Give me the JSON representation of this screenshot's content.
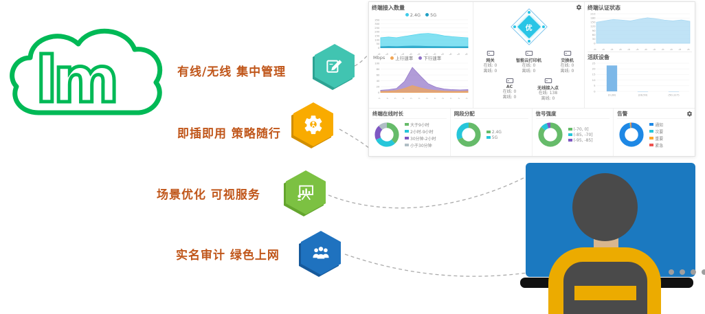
{
  "logo": {
    "text": "lm",
    "color": "#00b956"
  },
  "label_color": "#c0561a",
  "features": [
    {
      "label": "有线/无线 集中管理",
      "color": "#41c4b1",
      "edge": "#2da393"
    },
    {
      "label": "即插即用 策略随行",
      "color": "#f9ab00",
      "edge": "#d18e00"
    },
    {
      "label": "场景优化 可视服务",
      "color": "#7cc142",
      "edge": "#64a52e"
    },
    {
      "label": "实名审计 绿色上网",
      "color": "#1f72bf",
      "edge": "#16599b"
    }
  ],
  "dashboard": {
    "access": {
      "title": "终端接入数量",
      "legend": [
        {
          "label": "2.4G",
          "color": "#3fccea"
        },
        {
          "label": "5G",
          "color": "#1f9fc4"
        }
      ],
      "chart": {
        "ylim": [
          0,
          350
        ],
        "yticks": [
          0,
          50,
          100,
          150,
          200,
          250,
          300,
          350
        ],
        "xlabels": [
          "14:00",
          "15:00",
          "16:00",
          "17:00",
          "18:00",
          "19:00",
          "20:00",
          "21:00",
          "22:00",
          "23:00",
          "00:00",
          "01:00"
        ],
        "series": [
          {
            "name": "2.4G",
            "color": "#4fd4ec",
            "values": [
              128,
              136,
              127,
              144,
              160,
              176,
              182,
              171,
              151,
              141,
              133,
              127
            ]
          },
          {
            "name": "5G",
            "color": "#1f9fc4",
            "values": [
              16,
              19,
              17,
              21,
              23,
              22,
              20,
              18,
              17,
              16,
              15,
              15
            ]
          }
        ]
      },
      "speed_unit": "Mbps",
      "speed_legend": [
        {
          "label": "上行速率",
          "color": "#f2a654"
        },
        {
          "label": "下行速率",
          "color": "#9072c8"
        }
      ],
      "speed_chart": {
        "ylim": [
          0,
          100
        ],
        "yticks": [
          0,
          20,
          40,
          60,
          80,
          100
        ],
        "xlabels": [
          "14:00",
          "15:00",
          "16:00",
          "17:00",
          "18:00",
          "19:00",
          "20:00",
          "21:00",
          "22:00",
          "23:00",
          "00:00",
          "01:00"
        ],
        "series": [
          {
            "name": "下行速率",
            "color": "#9072c8",
            "values": [
              8,
              10,
              14,
              38,
              86,
              57,
              30,
              18,
              12,
              10,
              9,
              10
            ]
          },
          {
            "name": "上行速率",
            "color": "#f2a654",
            "values": [
              4,
              5,
              7,
              14,
              24,
              16,
              10,
              7,
              5,
              4,
              4,
              5
            ]
          }
        ]
      }
    },
    "health": {
      "grade": "优",
      "devices": [
        {
          "name": "网关",
          "lines": [
            "在线: 0",
            "离线: 0"
          ]
        },
        {
          "name": "智能云打印机",
          "lines": [
            "在线: 0",
            "离线: 0"
          ]
        },
        {
          "name": "交换机",
          "lines": [
            "在线: 0",
            "离线: 0"
          ]
        },
        {
          "name": "AC",
          "lines": [
            "在线: 0",
            "离线: 0"
          ]
        },
        {
          "name": "无线接入点",
          "lines": [
            "在线: 138",
            "离线: 0"
          ]
        }
      ]
    },
    "auth": {
      "title": "终端认证状态",
      "chart": {
        "ylim": [
          0,
          210
        ],
        "yticks": [
          0,
          30,
          60,
          90,
          120,
          150,
          180,
          210
        ],
        "xlabels": [
          "14:00",
          "15:00",
          "16:00",
          "17:00",
          "18:00",
          "19:00",
          "20:00",
          "21:00",
          "22:00",
          "23:00",
          "00:00",
          "01:00"
        ],
        "series": [
          {
            "name": "认证终端",
            "color": "#a5d7f2",
            "values": [
              150,
              160,
              170,
              165,
              159,
              171,
              181,
              175,
              165,
              159,
              166,
              157
            ]
          }
        ]
      }
    },
    "active": {
      "title": "活跃设备",
      "chart": {
        "ylim": [
          0,
          25
        ],
        "yticks": [
          0,
          5,
          10,
          15,
          20,
          25
        ],
        "categories": [
          "(0,28)",
          "(28,50)",
          "(50,127)"
        ],
        "values": [
          23,
          0,
          0
        ],
        "color": "#7db8e8"
      }
    },
    "donut_panels": [
      {
        "title": "终端在线时长",
        "slices": [
          {
            "label": "大于9小时",
            "value": 38,
            "color": "#66bb6a"
          },
          {
            "label": "2小时-9小时",
            "value": 30,
            "color": "#26c6da"
          },
          {
            "label": "30分钟-2小时",
            "value": 20,
            "color": "#7e57c2"
          },
          {
            "label": "小于30分钟",
            "value": 12,
            "color": "#b0bec5"
          }
        ]
      },
      {
        "title": "网段分配",
        "slices": [
          {
            "label": "2.4G",
            "value": 68,
            "color": "#66bb6a"
          },
          {
            "label": "5G",
            "value": 32,
            "color": "#26c6da"
          }
        ]
      },
      {
        "title": "信号强度",
        "slices": [
          {
            "label": "(-70, 0]",
            "value": 86,
            "color": "#66bb6a"
          },
          {
            "label": "(-85, -70]",
            "value": 9,
            "color": "#26c6da"
          },
          {
            "label": "(-95, -85]",
            "value": 5,
            "color": "#7e57c2"
          }
        ]
      },
      {
        "title": "告警",
        "slices": [
          {
            "label": "通知",
            "value": 97,
            "color": "#1e88e5"
          },
          {
            "label": "次要",
            "value": 1,
            "color": "#26c6da"
          },
          {
            "label": "重要",
            "value": 1,
            "color": "#ffa726"
          },
          {
            "label": "紧急",
            "value": 1,
            "color": "#ef5350"
          }
        ]
      }
    ]
  },
  "illustration": {
    "monitor": "#1b79c0",
    "head": "#4a4a4a",
    "skin": "#d8b68e",
    "jacket": "#ecab00",
    "keyboard": "#111111",
    "dots": "#9e9e9e"
  }
}
